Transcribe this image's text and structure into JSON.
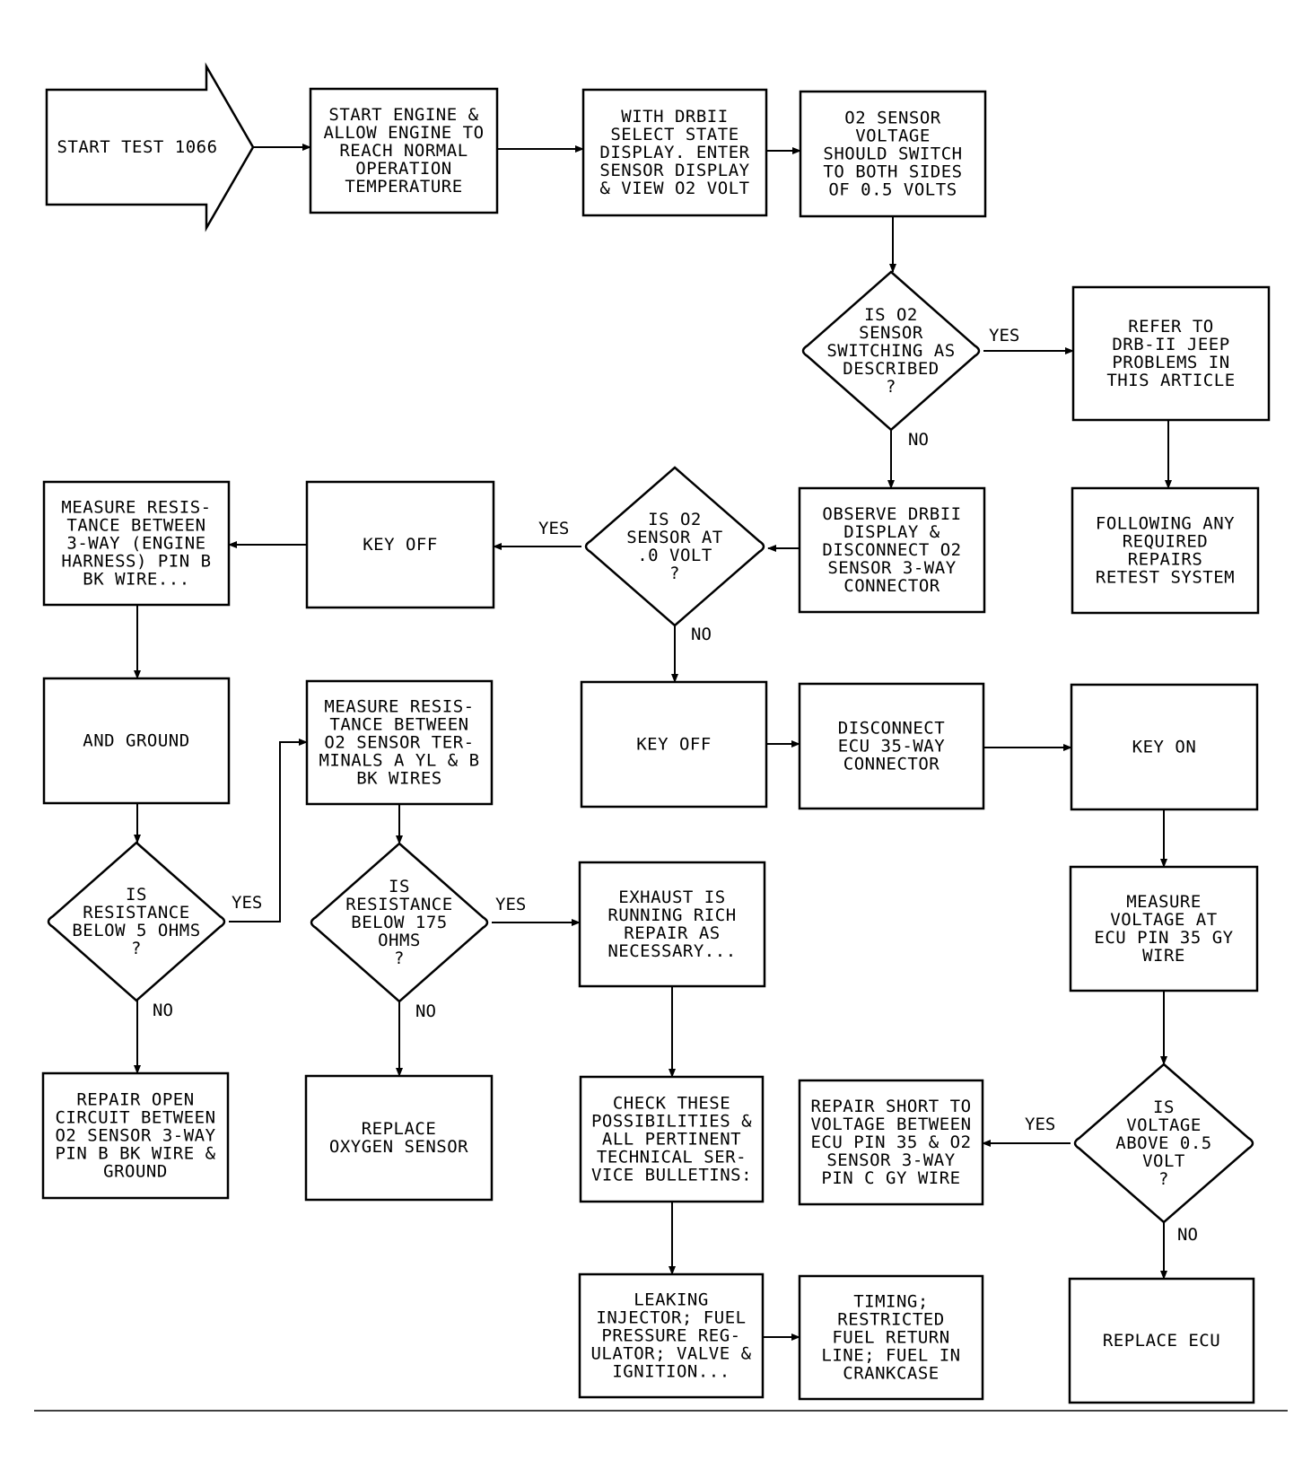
{
  "nodes": [
    {
      "id": "start",
      "shape": "arrow",
      "lines": [
        "START TEST 1066"
      ]
    },
    {
      "id": "start_engine",
      "shape": "rect",
      "lines": [
        "START ENGINE &",
        "ALLOW ENGINE TO",
        "REACH NORMAL",
        "OPERATION",
        "TEMPERATURE"
      ]
    },
    {
      "id": "drbii_select",
      "shape": "rect",
      "lines": [
        "WITH DRBII",
        "SELECT STATE",
        "DISPLAY. ENTER",
        "SENSOR DISPLAY",
        "& VIEW O2 VOLT"
      ]
    },
    {
      "id": "o2_should",
      "shape": "rect",
      "lines": [
        "O2 SENSOR",
        "VOLTAGE",
        "SHOULD SWITCH",
        "TO BOTH SIDES",
        "OF 0.5 VOLTS"
      ]
    },
    {
      "id": "q_switching",
      "shape": "diamond",
      "lines": [
        "IS O2",
        "SENSOR",
        "SWITCHING AS",
        "DESCRIBED",
        "?"
      ]
    },
    {
      "id": "refer",
      "shape": "rect",
      "lines": [
        "REFER TO",
        "DRB-II JEEP",
        "PROBLEMS IN",
        "THIS ARTICLE"
      ]
    },
    {
      "id": "following",
      "shape": "rect",
      "lines": [
        "FOLLOWING ANY",
        "REQUIRED",
        "REPAIRS",
        "RETEST SYSTEM"
      ]
    },
    {
      "id": "observe",
      "shape": "rect",
      "lines": [
        "OBSERVE DRBII",
        "DISPLAY &",
        "DISCONNECT O2",
        "SENSOR 3-WAY",
        "CONNECTOR"
      ]
    },
    {
      "id": "q_zero",
      "shape": "diamond",
      "lines": [
        "IS O2",
        "SENSOR AT",
        ".0 VOLT",
        "?"
      ]
    },
    {
      "id": "key_off_1",
      "shape": "rect",
      "lines": [
        "KEY OFF"
      ]
    },
    {
      "id": "measure_1",
      "shape": "rect",
      "lines": [
        "MEASURE RESIS-",
        "TANCE BETWEEN",
        "3-WAY (ENGINE",
        "HARNESS) PIN B",
        "BK WIRE..."
      ]
    },
    {
      "id": "and_ground",
      "shape": "rect",
      "lines": [
        "AND GROUND"
      ]
    },
    {
      "id": "q_5ohm",
      "shape": "diamond",
      "lines": [
        "IS",
        "RESISTANCE",
        "BELOW 5 OHMS",
        "?"
      ]
    },
    {
      "id": "repair_open",
      "shape": "rect",
      "lines": [
        "REPAIR OPEN",
        "CIRCUIT BETWEEN",
        "O2 SENSOR 3-WAY",
        "PIN B BK WIRE &",
        "GROUND"
      ]
    },
    {
      "id": "measure_2",
      "shape": "rect",
      "lines": [
        "MEASURE RESIS-",
        "TANCE BETWEEN",
        "O2 SENSOR TER-",
        "MINALS A YL & B",
        "BK WIRES"
      ]
    },
    {
      "id": "q_175",
      "shape": "diamond",
      "lines": [
        "IS",
        "RESISTANCE",
        "BELOW 175",
        "OHMS",
        "?"
      ]
    },
    {
      "id": "replace_o2",
      "shape": "rect",
      "lines": [
        "REPLACE",
        "OXYGEN SENSOR"
      ]
    },
    {
      "id": "exhaust",
      "shape": "rect",
      "lines": [
        "EXHAUST IS",
        "RUNNING RICH",
        "REPAIR AS",
        "NECESSARY..."
      ]
    },
    {
      "id": "check",
      "shape": "rect",
      "lines": [
        "CHECK THESE",
        "POSSIBILITIES &",
        "ALL PERTINENT",
        "TECHNICAL SER-",
        "VICE BULLETINS:"
      ]
    },
    {
      "id": "leaking",
      "shape": "rect",
      "lines": [
        "LEAKING",
        "INJECTOR; FUEL",
        "PRESSURE REG-",
        "ULATOR; VALVE &",
        "IGNITION..."
      ]
    },
    {
      "id": "timing",
      "shape": "rect",
      "lines": [
        "TIMING;",
        "RESTRICTED",
        "FUEL RETURN",
        "LINE; FUEL IN",
        "CRANKCASE"
      ]
    },
    {
      "id": "key_off_2",
      "shape": "rect",
      "lines": [
        "KEY OFF"
      ]
    },
    {
      "id": "disconnect_ecu",
      "shape": "rect",
      "lines": [
        "DISCONNECT",
        "ECU 35-WAY",
        "CONNECTOR"
      ]
    },
    {
      "id": "key_on",
      "shape": "rect",
      "lines": [
        "KEY ON"
      ]
    },
    {
      "id": "measure_v",
      "shape": "rect",
      "lines": [
        "MEASURE",
        "VOLTAGE AT",
        "ECU PIN 35 GY",
        "WIRE"
      ]
    },
    {
      "id": "q_05",
      "shape": "diamond",
      "lines": [
        "IS",
        "VOLTAGE",
        "ABOVE 0.5",
        "VOLT",
        "?"
      ]
    },
    {
      "id": "repair_short",
      "shape": "rect",
      "lines": [
        "REPAIR SHORT TO",
        "VOLTAGE BETWEEN",
        "ECU PIN 35 & O2",
        "SENSOR 3-WAY",
        "PIN C GY WIRE"
      ]
    },
    {
      "id": "replace_ecu",
      "shape": "rect",
      "lines": [
        "REPLACE ECU"
      ]
    }
  ],
  "edges": [
    {
      "from": "start",
      "to": "start_engine",
      "label": ""
    },
    {
      "from": "start_engine",
      "to": "drbii_select",
      "label": ""
    },
    {
      "from": "drbii_select",
      "to": "o2_should",
      "label": ""
    },
    {
      "from": "o2_should",
      "to": "q_switching",
      "label": ""
    },
    {
      "from": "q_switching",
      "to": "refer",
      "label": "YES"
    },
    {
      "from": "refer",
      "to": "following",
      "label": ""
    },
    {
      "from": "q_switching",
      "to": "observe",
      "label": "NO"
    },
    {
      "from": "observe",
      "to": "q_zero",
      "label": ""
    },
    {
      "from": "q_zero",
      "to": "key_off_1",
      "label": "YES"
    },
    {
      "from": "key_off_1",
      "to": "measure_1",
      "label": ""
    },
    {
      "from": "measure_1",
      "to": "and_ground",
      "label": ""
    },
    {
      "from": "and_ground",
      "to": "q_5ohm",
      "label": ""
    },
    {
      "from": "q_5ohm",
      "to": "measure_2",
      "label": "YES"
    },
    {
      "from": "q_5ohm",
      "to": "repair_open",
      "label": "NO"
    },
    {
      "from": "measure_2",
      "to": "q_175",
      "label": ""
    },
    {
      "from": "q_175",
      "to": "exhaust",
      "label": "YES"
    },
    {
      "from": "q_175",
      "to": "replace_o2",
      "label": "NO"
    },
    {
      "from": "exhaust",
      "to": "check",
      "label": ""
    },
    {
      "from": "check",
      "to": "leaking",
      "label": ""
    },
    {
      "from": "leaking",
      "to": "timing",
      "label": ""
    },
    {
      "from": "q_zero",
      "to": "key_off_2",
      "label": "NO"
    },
    {
      "from": "key_off_2",
      "to": "disconnect_ecu",
      "label": ""
    },
    {
      "from": "disconnect_ecu",
      "to": "key_on",
      "label": ""
    },
    {
      "from": "key_on",
      "to": "measure_v",
      "label": ""
    },
    {
      "from": "measure_v",
      "to": "q_05",
      "label": ""
    },
    {
      "from": "q_05",
      "to": "repair_short",
      "label": "YES"
    },
    {
      "from": "q_05",
      "to": "replace_ecu",
      "label": "NO"
    }
  ],
  "colors": {
    "stroke": "#000000",
    "fill": "#ffffff",
    "background": "#ffffff"
  }
}
